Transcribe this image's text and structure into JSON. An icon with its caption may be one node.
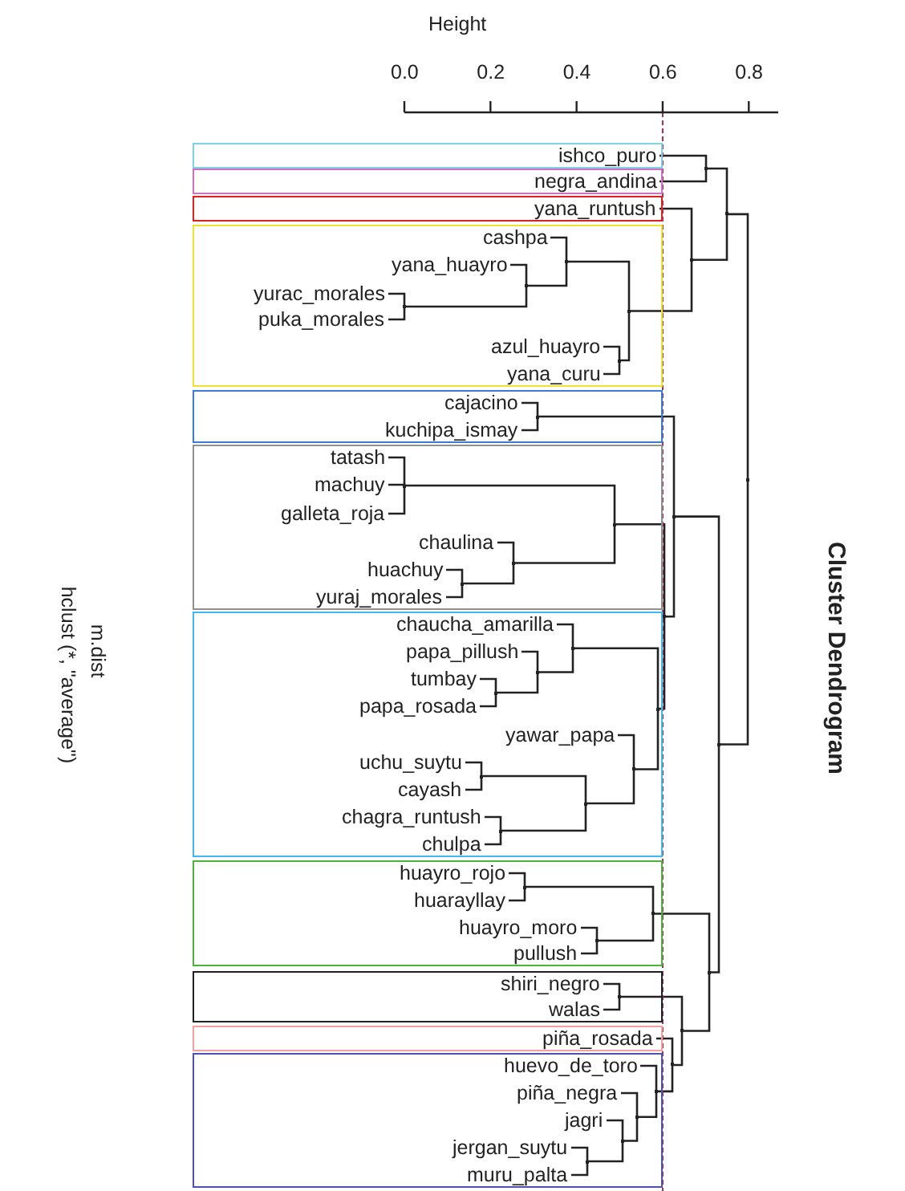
{
  "diagram": {
    "title": "Cluster Dendrogram",
    "nodes": [
      {
        "text": [],
        "shape": "box"
      },
      {
        "text": [
          "ishco_puro"
        ],
        "in": 0
      },
      {
        "text": [],
        "shape": "box"
      },
      {
        "text": [
          "negra_andina"
        ],
        "in": 2
      },
      {
        "text": [],
        "shape": "box"
      },
      {
        "text": [
          "yana_runtush"
        ],
        "in": 4
      },
      {
        "text": [],
        "shape": "box"
      },
      {
        "text": [
          "cashpa"
        ],
        "in": 6
      },
      {
        "text": [
          "yana_huayro"
        ],
        "in": 6
      },
      {
        "text": [
          "yurac_morales"
        ],
        "in": 6
      },
      {
        "text": [
          "puka_morales"
        ],
        "in": 6
      },
      {
        "text": [
          "azul_huayro"
        ],
        "in": 6
      },
      {
        "text": [
          "yana_curu"
        ],
        "in": 6
      },
      {
        "text": [],
        "shape": "box"
      },
      {
        "text": [
          "cajacino"
        ],
        "in": 13
      },
      {
        "text": [
          "kuchipa_ismay"
        ],
        "in": 13
      },
      {
        "text": [],
        "shape": "box"
      },
      {
        "text": [
          "tatash"
        ],
        "in": 16
      },
      {
        "text": [
          "machuy"
        ],
        "in": 16
      },
      {
        "text": [
          "galleta_roja"
        ],
        "in": 16
      },
      {
        "text": [
          "chaulina"
        ],
        "in": 16
      },
      {
        "text": [
          "huachuy"
        ],
        "in": 16
      },
      {
        "text": [
          "yuraj_morales"
        ],
        "in": 16
      },
      {
        "text": [],
        "shape": "box"
      },
      {
        "text": [
          "chaucha_amarilla"
        ],
        "in": 23
      },
      {
        "text": [
          "papa_pillush"
        ],
        "in": 23
      },
      {
        "text": [
          "tumbay"
        ],
        "in": 23
      },
      {
        "text": [
          "papa_rosada"
        ],
        "in": 23
      },
      {
        "text": [
          "yawar_papa"
        ],
        "in": 23
      },
      {
        "text": [
          "uchu_suytu"
        ],
        "in": 23
      },
      {
        "text": [
          "cayash"
        ],
        "in": 23
      },
      {
        "text": [
          "chagra_runtush"
        ],
        "in": 23
      },
      {
        "text": [
          "chulpa"
        ],
        "in": 23
      },
      {
        "text": [],
        "shape": "box"
      },
      {
        "text": [
          "huayro_rojo"
        ],
        "in": 33
      },
      {
        "text": [
          "huarayllay"
        ],
        "in": 33
      },
      {
        "text": [
          "huayro_moro"
        ],
        "in": 33
      },
      {
        "text": [
          "pullush"
        ],
        "in": 33
      },
      {
        "text": [],
        "shape": "box"
      },
      {
        "text": [
          "shiri_negro"
        ],
        "in": 38
      },
      {
        "text": [
          "walas"
        ],
        "in": 38
      },
      {
        "text": [],
        "shape": "box"
      },
      {
        "text": [
          "piña_rosada"
        ],
        "in": 41
      },
      {
        "text": [],
        "shape": "box"
      },
      {
        "text": [
          "huevo_de_toro"
        ],
        "in": 43
      },
      {
        "text": [
          "piña_negra"
        ],
        "in": 43
      },
      {
        "text": [
          "jagri"
        ],
        "in": 43
      },
      {
        "text": [
          "jergan_suytu"
        ],
        "in": 43
      },
      {
        "text": [
          "muru_palta"
        ],
        "in": 43
      },
      {
        "text": [],
        "shape": "point",
        "in": 6
      },
      {
        "text": [],
        "shape": "point",
        "in": 6
      },
      {
        "text": [],
        "shape": "point",
        "in": 6
      },
      {
        "text": [],
        "shape": "point",
        "in": 6
      },
      {
        "text": [],
        "shape": "point",
        "in": 6
      },
      {
        "text": [],
        "shape": "point"
      },
      {
        "text": [],
        "shape": "point"
      },
      {
        "text": [],
        "shape": "point"
      },
      {
        "text": [],
        "shape": "point",
        "in": 13
      },
      {
        "text": [],
        "shape": "point",
        "in": 16
      },
      {
        "text": [],
        "shape": "point",
        "in": 16
      },
      {
        "text": [],
        "shape": "point",
        "in": 16
      },
      {
        "text": [],
        "shape": "point",
        "in": 16
      },
      {
        "text": [],
        "shape": "point",
        "in": 23
      },
      {
        "text": [],
        "shape": "point",
        "in": 23
      },
      {
        "text": [],
        "shape": "point",
        "in": 23
      },
      {
        "text": [],
        "shape": "point",
        "in": 23
      },
      {
        "text": [],
        "shape": "point",
        "in": 23
      },
      {
        "text": [],
        "shape": "point",
        "in": 23
      },
      {
        "text": [],
        "shape": "point",
        "in": 23
      },
      {
        "text": [],
        "shape": "point",
        "in": 23
      },
      {
        "text": [],
        "shape": "point"
      },
      {
        "text": [],
        "shape": "point"
      },
      {
        "text": [],
        "shape": "point",
        "in": 33
      },
      {
        "text": [],
        "shape": "point",
        "in": 33
      },
      {
        "text": [],
        "shape": "point",
        "in": 33
      },
      {
        "text": [],
        "shape": "point",
        "in": 38
      },
      {
        "text": [],
        "shape": "point",
        "in": 43
      },
      {
        "text": [],
        "shape": "point",
        "in": 43
      },
      {
        "text": [],
        "shape": "point",
        "in": 43
      },
      {
        "text": [],
        "shape": "point",
        "in": 43
      },
      {
        "text": [],
        "shape": "point"
      },
      {
        "text": [],
        "shape": "point"
      },
      {
        "text": [],
        "shape": "point"
      },
      {
        "text": [],
        "shape": "point"
      },
      {
        "text": [],
        "shape": "point"
      }
    ],
    "edges": [
      {
        "from": 49,
        "to": 9,
        "arrow": "none"
      },
      {
        "from": 49,
        "to": 10,
        "arrow": "none"
      },
      {
        "from": 50,
        "to": 8,
        "arrow": "none"
      },
      {
        "from": 50,
        "to": 49,
        "arrow": "none"
      },
      {
        "from": 51,
        "to": 7,
        "arrow": "none"
      },
      {
        "from": 51,
        "to": 50,
        "arrow": "none"
      },
      {
        "from": 52,
        "to": 11,
        "arrow": "none"
      },
      {
        "from": 52,
        "to": 12,
        "arrow": "none"
      },
      {
        "from": 53,
        "to": 51,
        "arrow": "none"
      },
      {
        "from": 53,
        "to": 52,
        "arrow": "none"
      },
      {
        "from": 54,
        "to": 5,
        "arrow": "none"
      },
      {
        "from": 54,
        "to": 53,
        "arrow": "none"
      },
      {
        "from": 55,
        "to": 1,
        "arrow": "none"
      },
      {
        "from": 55,
        "to": 3,
        "arrow": "none"
      },
      {
        "from": 56,
        "to": 55,
        "arrow": "none"
      },
      {
        "from": 56,
        "to": 54,
        "arrow": "none"
      },
      {
        "from": 57,
        "to": 14,
        "arrow": "none"
      },
      {
        "from": 57,
        "to": 15,
        "arrow": "none"
      },
      {
        "from": 58,
        "to": 17,
        "arrow": "none"
      },
      {
        "from": 58,
        "to": 18,
        "arrow": "none"
      },
      {
        "from": 58,
        "to": 19,
        "arrow": "none"
      },
      {
        "from": 59,
        "to": 21,
        "arrow": "none"
      },
      {
        "from": 59,
        "to": 22,
        "arrow": "none"
      },
      {
        "from": 60,
        "to": 20,
        "arrow": "none"
      },
      {
        "from": 60,
        "to": 59,
        "arrow": "none"
      },
      {
        "from": 61,
        "to": 58,
        "arrow": "none"
      },
      {
        "from": 61,
        "to": 60,
        "arrow": "none"
      },
      {
        "from": 62,
        "to": 26,
        "arrow": "none"
      },
      {
        "from": 62,
        "to": 27,
        "arrow": "none"
      },
      {
        "from": 63,
        "to": 25,
        "arrow": "none"
      },
      {
        "from": 63,
        "to": 62,
        "arrow": "none"
      },
      {
        "from": 64,
        "to": 24,
        "arrow": "none"
      },
      {
        "from": 64,
        "to": 63,
        "arrow": "none"
      },
      {
        "from": 65,
        "to": 29,
        "arrow": "none"
      },
      {
        "from": 65,
        "to": 30,
        "arrow": "none"
      },
      {
        "from": 66,
        "to": 31,
        "arrow": "none"
      },
      {
        "from": 66,
        "to": 32,
        "arrow": "none"
      },
      {
        "from": 67,
        "to": 65,
        "arrow": "none"
      },
      {
        "from": 67,
        "to": 66,
        "arrow": "none"
      },
      {
        "from": 68,
        "to": 28,
        "arrow": "none"
      },
      {
        "from": 68,
        "to": 67,
        "arrow": "none"
      },
      {
        "from": 69,
        "to": 64,
        "arrow": "none"
      },
      {
        "from": 69,
        "to": 68,
        "arrow": "none"
      },
      {
        "from": 70,
        "to": 61,
        "arrow": "none"
      },
      {
        "from": 70,
        "to": 69,
        "arrow": "none"
      },
      {
        "from": 71,
        "to": 57,
        "arrow": "none"
      },
      {
        "from": 71,
        "to": 70,
        "arrow": "none"
      },
      {
        "from": 72,
        "to": 34,
        "arrow": "none"
      },
      {
        "from": 72,
        "to": 35,
        "arrow": "none"
      },
      {
        "from": 73,
        "to": 36,
        "arrow": "none"
      },
      {
        "from": 73,
        "to": 37,
        "arrow": "none"
      },
      {
        "from": 74,
        "to": 72,
        "arrow": "none"
      },
      {
        "from": 74,
        "to": 73,
        "arrow": "none"
      },
      {
        "from": 75,
        "to": 39,
        "arrow": "none"
      },
      {
        "from": 75,
        "to": 40,
        "arrow": "none"
      },
      {
        "from": 76,
        "to": 47,
        "arrow": "none"
      },
      {
        "from": 76,
        "to": 48,
        "arrow": "none"
      },
      {
        "from": 77,
        "to": 46,
        "arrow": "none"
      },
      {
        "from": 77,
        "to": 76,
        "arrow": "none"
      },
      {
        "from": 78,
        "to": 45,
        "arrow": "none"
      },
      {
        "from": 78,
        "to": 77,
        "arrow": "none"
      },
      {
        "from": 79,
        "to": 44,
        "arrow": "none"
      },
      {
        "from": 79,
        "to": 78,
        "arrow": "none"
      },
      {
        "from": 80,
        "to": 42,
        "arrow": "none"
      },
      {
        "from": 80,
        "to": 79,
        "arrow": "none"
      },
      {
        "from": 81,
        "to": 75,
        "arrow": "none"
      },
      {
        "from": 81,
        "to": 80,
        "arrow": "none"
      },
      {
        "from": 82,
        "to": 74,
        "arrow": "none"
      },
      {
        "from": 82,
        "to": 81,
        "arrow": "none"
      },
      {
        "from": 83,
        "to": 71,
        "arrow": "none"
      },
      {
        "from": 83,
        "to": 82,
        "arrow": "none"
      },
      {
        "from": 84,
        "to": 56,
        "arrow": "none"
      },
      {
        "from": 84,
        "to": 83,
        "arrow": "none"
      }
    ],
    "labels": [
      "Height",
      "0.0",
      "0.2",
      "0.4",
      "0.6",
      "0.8",
      "m.dist",
      "hclust (*, \"average\")"
    ]
  }
}
